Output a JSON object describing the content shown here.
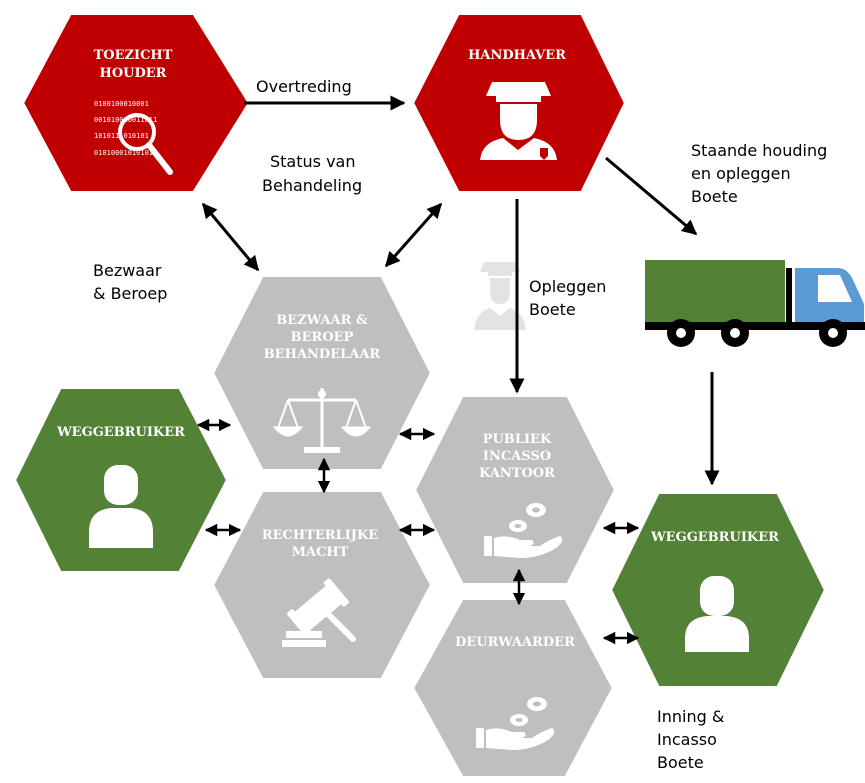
{
  "colors": {
    "red": "#c00000",
    "green": "#538135",
    "gray": "#bfbfbf",
    "truck_cargo": "#548235",
    "truck_cab": "#5b9bd5",
    "ghost": "#e3e3e3",
    "ink": "#000000"
  },
  "nodes": {
    "toezichthouder": {
      "title": [
        "TOEZICHT",
        "HOUDER"
      ],
      "icon": "magnifier-binary-icon",
      "binary": [
        "0100100010001",
        "001010010011011",
        "1010111010101",
        "01010001010101"
      ]
    },
    "handhaver": {
      "title": [
        "HANDHAVER"
      ],
      "icon": "police-officer-icon"
    },
    "bezwaar": {
      "title": [
        "BEZWAAR &",
        "BEROEP",
        "BEHANDELAAR"
      ],
      "icon": "scales-icon"
    },
    "weggebruiker_left": {
      "title": [
        "WEGGEBRUIKER"
      ],
      "icon": "person-icon"
    },
    "publiek": {
      "title": [
        "PUBLIEK",
        "INCASSO",
        "KANTOOR"
      ],
      "icon": "coins-hand-icon"
    },
    "rechterlijke": {
      "title": [
        "RECHTERLIJKE",
        "MACHT"
      ],
      "icon": "gavel-icon"
    },
    "weggebruiker_right": {
      "title": [
        "WEGGEBRUIKER"
      ],
      "icon": "person-icon"
    },
    "deurwaarder": {
      "title": [
        "DEURWAARDER"
      ],
      "icon": "coins-hand-icon"
    }
  },
  "labels": {
    "overtreding": [
      "Overtreding"
    ],
    "status": [
      "Status van",
      "Behandeling"
    ],
    "bezwaar_beroep": [
      "Bezwaar",
      "& Beroep"
    ],
    "opleggen_boete": [
      "Opleggen",
      "Boete"
    ],
    "staande_houding": [
      "Staande houding",
      "en opleggen",
      "Boete"
    ],
    "inning": [
      "Inning &",
      "Incasso",
      "Boete"
    ]
  }
}
